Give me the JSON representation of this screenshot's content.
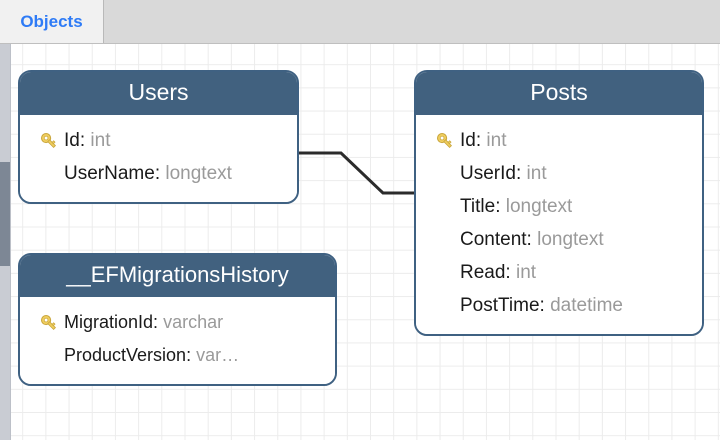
{
  "tabs": [
    {
      "label": "Objects",
      "active": true
    }
  ],
  "colors": {
    "header_fill": "#41617f",
    "header_text": "#ffffff",
    "body_fill": "#ffffff",
    "border": "#3f6182",
    "field_name": "#1a1a1a",
    "field_type": "#9a9a9a",
    "grid_line": "#ececec",
    "tab_active_text": "#2e7bf6",
    "key_icon": "#e8c24a",
    "connector": "#2b2b2b"
  },
  "diagram": {
    "entities": [
      {
        "id": "users",
        "name": "Users",
        "fields": [
          {
            "name": "Id",
            "type": "int",
            "primary_key": true,
            "key_icon": "key-icon"
          },
          {
            "name": "UserName",
            "type": "longtext",
            "primary_key": false
          }
        ]
      },
      {
        "id": "posts",
        "name": "Posts",
        "fields": [
          {
            "name": "Id",
            "type": "int",
            "primary_key": true,
            "key_icon": "key-icon"
          },
          {
            "name": "UserId",
            "type": "int",
            "primary_key": false
          },
          {
            "name": "Title",
            "type": "longtext",
            "primary_key": false
          },
          {
            "name": "Content",
            "type": "longtext",
            "primary_key": false
          },
          {
            "name": "Read",
            "type": "int",
            "primary_key": false
          },
          {
            "name": "PostTime",
            "type": "datetime",
            "primary_key": false
          }
        ]
      },
      {
        "id": "efmig",
        "name": "__EFMigrationsHistory",
        "fields": [
          {
            "name": "MigrationId",
            "type": "varchar",
            "primary_key": true,
            "key_icon": "key-icon"
          },
          {
            "name": "ProductVersion",
            "type": "var…",
            "primary_key": false
          }
        ]
      }
    ],
    "relationships": [
      {
        "from": "users",
        "to": "posts"
      }
    ]
  },
  "scrollbar": {
    "orientation": "vertical",
    "position": "left"
  }
}
